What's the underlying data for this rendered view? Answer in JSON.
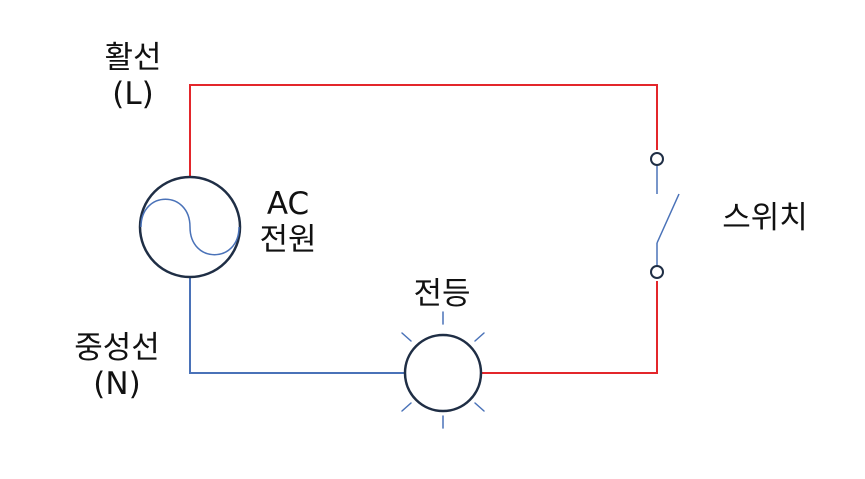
{
  "labels": {
    "live_wire": "활선",
    "live_wire_symbol": "(L)",
    "ac_source_line1": "AC",
    "ac_source_line2": "전원",
    "switch": "스위치",
    "lamp": "전등",
    "neutral_wire": "중성선",
    "neutral_wire_symbol": "(N)"
  },
  "colors": {
    "live_wire": "#e3262b",
    "neutral_wire": "#4a72b8",
    "component_outline": "#1f2e45",
    "component_thin": "#4a72b8",
    "lamp_rays": "#4a72b8",
    "text": "#111111"
  }
}
